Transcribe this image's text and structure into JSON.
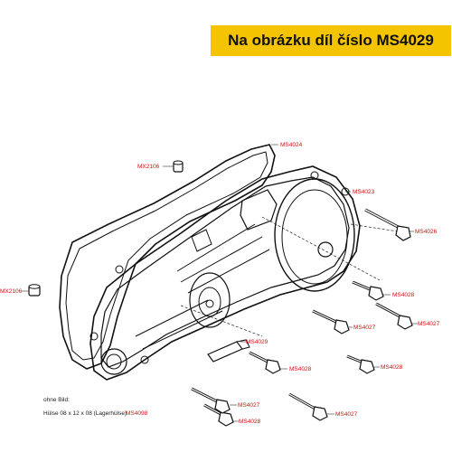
{
  "banner": {
    "text": "Na obrázku díl číslo MS4029"
  },
  "labels": {
    "ms4024": "MS4024",
    "mx2106_top": "MX2106",
    "ms4023": "MS4023",
    "ms4026": "MS4026",
    "mx2106_left": "MX2106",
    "ms4028_a": "MS4028",
    "ms4027_a": "MS4027",
    "ms4027_b": "MS4027",
    "ms4029": "MS4029",
    "ms4028_b": "MS4028",
    "ms4028_c": "MS4028",
    "ms4027_c": "MS4027",
    "ms4027_d": "MS4027",
    "ms4028_d": "MS4028"
  },
  "notes": {
    "ohne_bild": "ohne Bild:",
    "huelse": "Hülse 08 x 12 x 08 (Lagerhülse)",
    "huelse_part": "MS4098"
  }
}
